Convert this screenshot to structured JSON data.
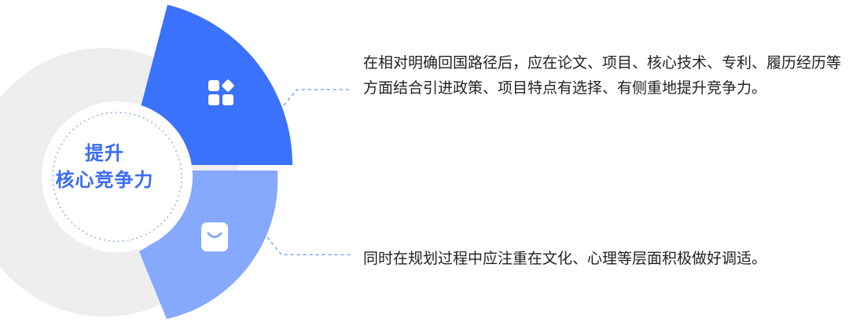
{
  "center": {
    "line1": "提升",
    "line2": "核心竞争力"
  },
  "segments": [
    {
      "icon": "apps-grid-icon",
      "color": "#3b72fb",
      "text": "在相对明确回国路径后，应在论文、项目、核心技术、专利、履历经历等方面结合引进政策、项目特点有选择、有侧重地提升竞争力。"
    },
    {
      "icon": "bag-icon",
      "color": "#86a8fd",
      "text": "同时在规划过程中应注重在文化、心理等层面积极做好调适。"
    }
  ],
  "colors": {
    "ring": "#eeeeee",
    "connector": "#7da4f5",
    "title": "#3b6cf6",
    "body_text": "#222222"
  }
}
